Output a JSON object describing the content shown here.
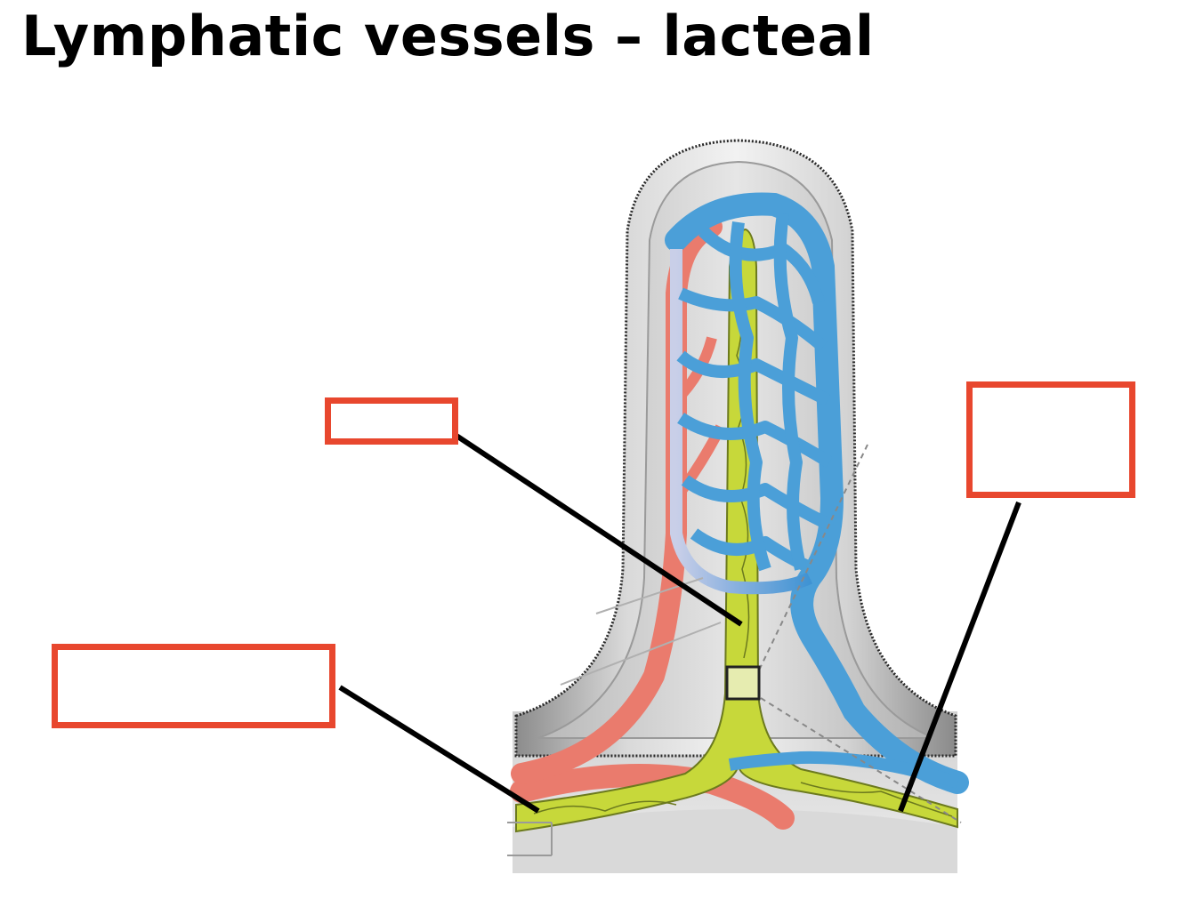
{
  "slide": {
    "title": "Lymphatic vessels – lacteal"
  },
  "colors": {
    "lacteal": "#c7d83a",
    "artery": "#ea7b6d",
    "vein": "#4b9fd8",
    "label_box_border": "#e8472e",
    "leader_line": "#000000"
  },
  "labels": [
    {
      "id": "label-left-bottom",
      "text": ""
    },
    {
      "id": "label-center",
      "text": ""
    },
    {
      "id": "label-right",
      "text": ""
    }
  ]
}
